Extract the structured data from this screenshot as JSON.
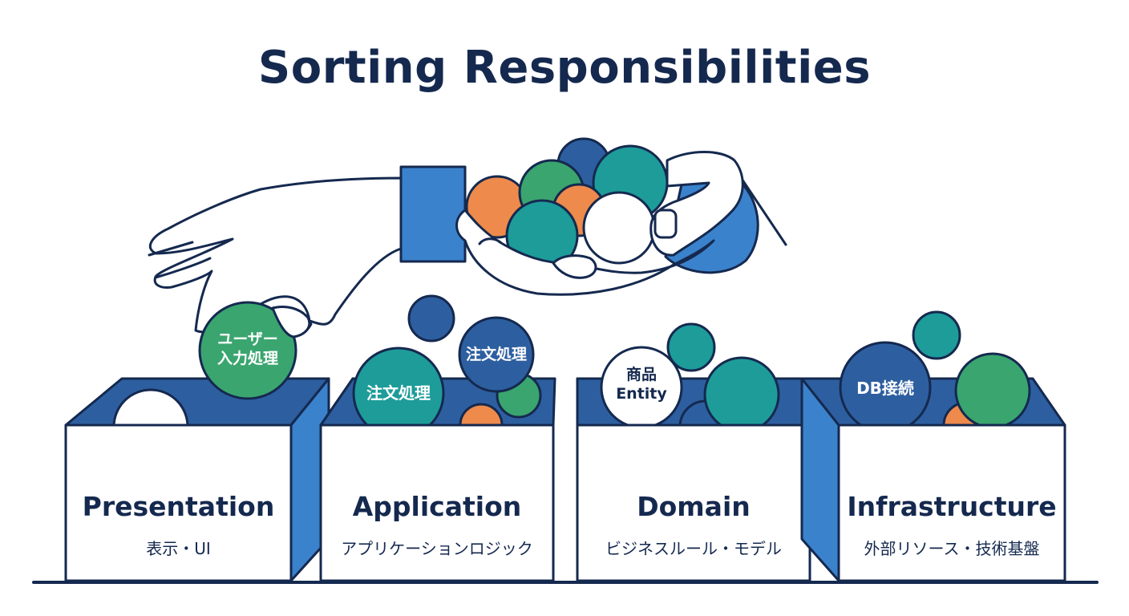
{
  "title": "Sorting Responsibilities",
  "colors": {
    "navy": "#15294f",
    "blue": "#3b82cc",
    "dark_blue": "#2d5fa0",
    "teal": "#1d9c9a",
    "green": "#3aa56f",
    "orange": "#ee8a4b",
    "white": "#ffffff"
  },
  "boxes": [
    {
      "label": "Presentation",
      "sub": "表示・UI"
    },
    {
      "label": "Application",
      "sub": "アプリケーションロジック"
    },
    {
      "label": "Domain",
      "sub": "ビジネスルール・モデル"
    },
    {
      "label": "Infrastructure",
      "sub": "外部リソース・技術基盤"
    }
  ],
  "balls": {
    "user_input": {
      "line1": "ユーザー",
      "line2": "入力処理"
    },
    "order_app": "注文処理",
    "order_float": "注文処理",
    "product_entity": {
      "line1": "商品",
      "line2": "Entity"
    },
    "db": "DB接続"
  }
}
